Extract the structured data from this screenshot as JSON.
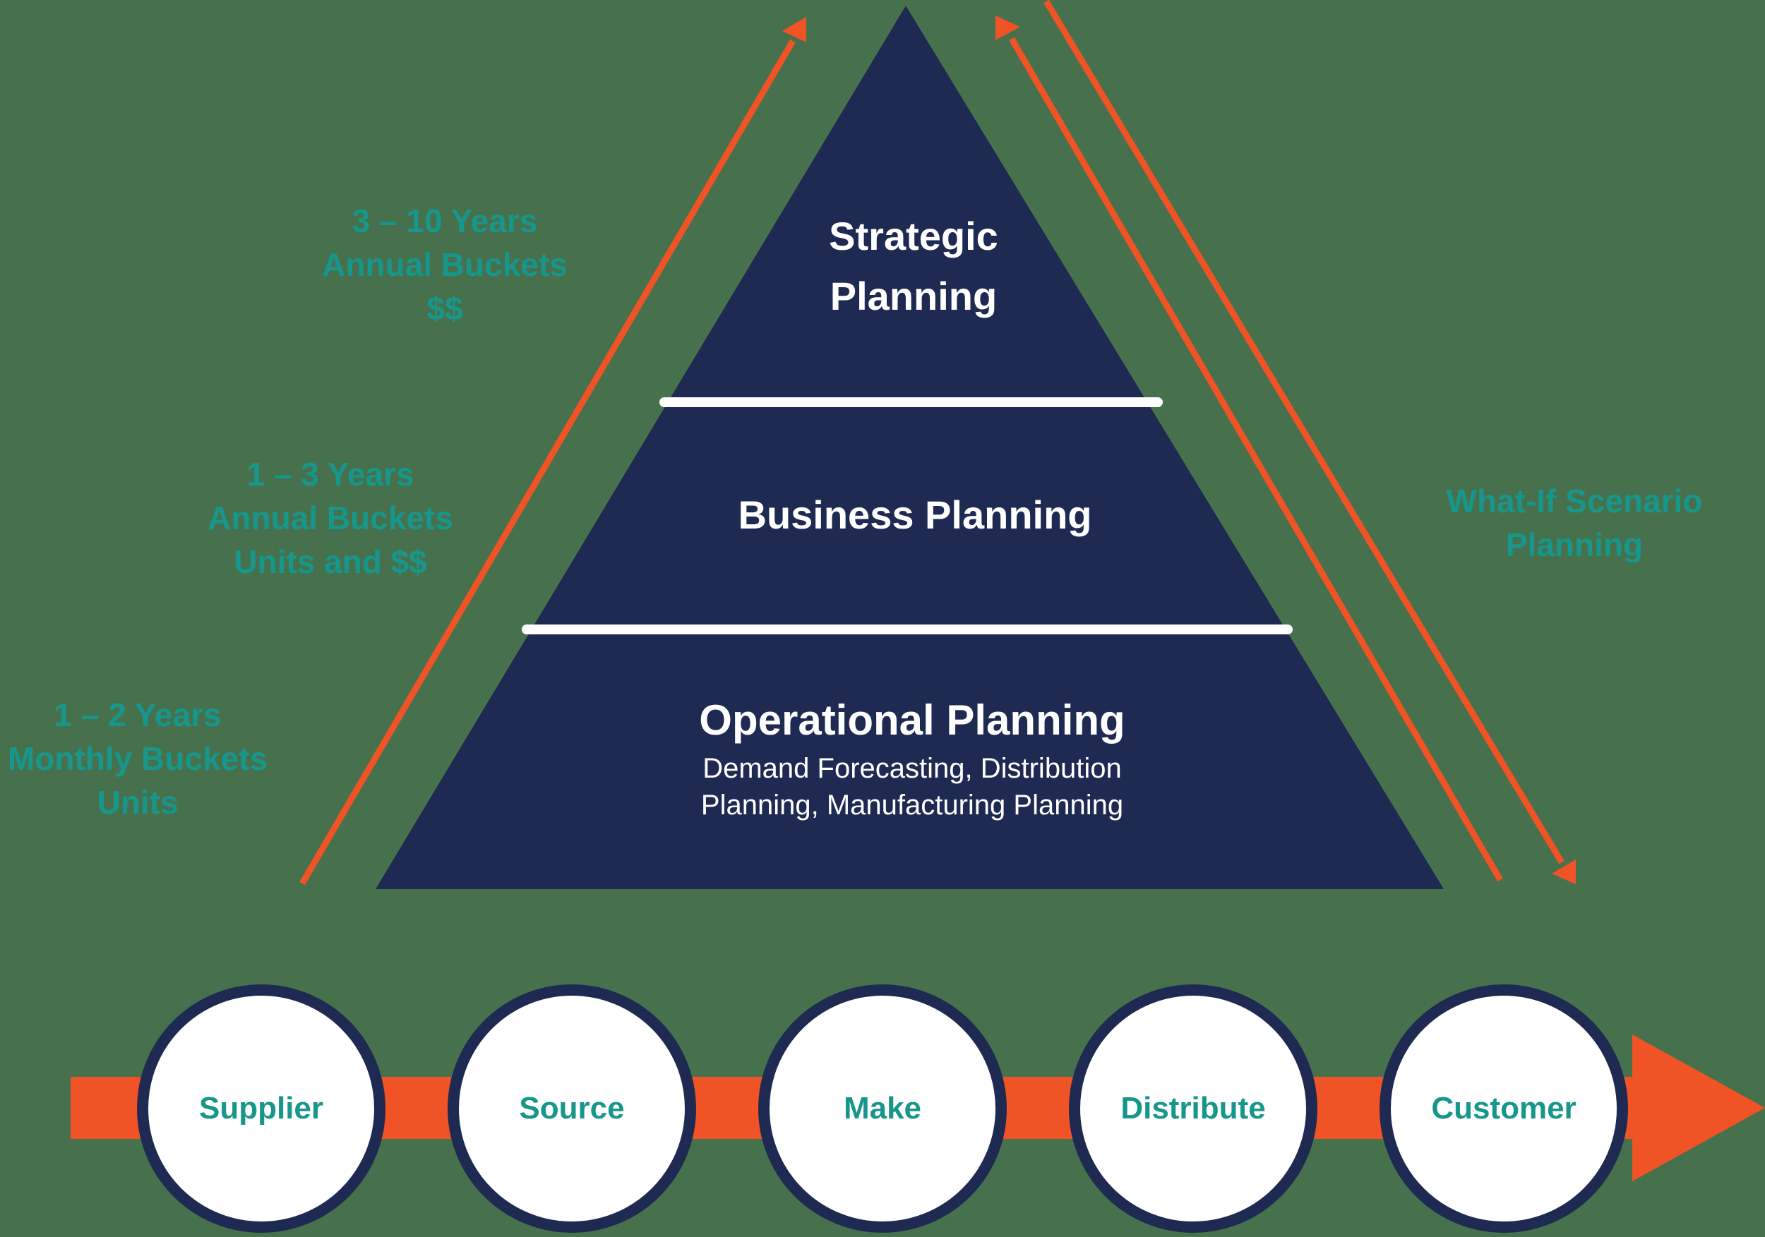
{
  "colors": {
    "background": "#47714d",
    "navy": "#1e2a52",
    "orange": "#f05325",
    "teal": "#17968b",
    "divider": "#ffffff"
  },
  "pyramid": {
    "tiers": [
      {
        "name": "strategic",
        "title_lines": [
          "Strategic",
          "Planning"
        ]
      },
      {
        "name": "business",
        "title_lines": [
          "Business Planning"
        ]
      },
      {
        "name": "operational",
        "title": "Operational Planning",
        "subtitle_lines": [
          "Demand Forecasting, Distribution",
          "Planning, Manufacturing Planning"
        ]
      }
    ]
  },
  "left_labels": [
    {
      "lines": [
        "3 – 10 Years",
        "Annual Buckets",
        "$$"
      ]
    },
    {
      "lines": [
        "1 – 3 Years",
        "Annual Buckets",
        "Units and $$"
      ]
    },
    {
      "lines": [
        "1 – 2 Years",
        "Monthly Buckets",
        "Units"
      ]
    }
  ],
  "right_label": {
    "lines": [
      "What-If Scenario",
      "Planning"
    ]
  },
  "supply_chain": {
    "nodes": [
      "Supplier",
      "Source",
      "Make",
      "Distribute",
      "Customer"
    ]
  }
}
